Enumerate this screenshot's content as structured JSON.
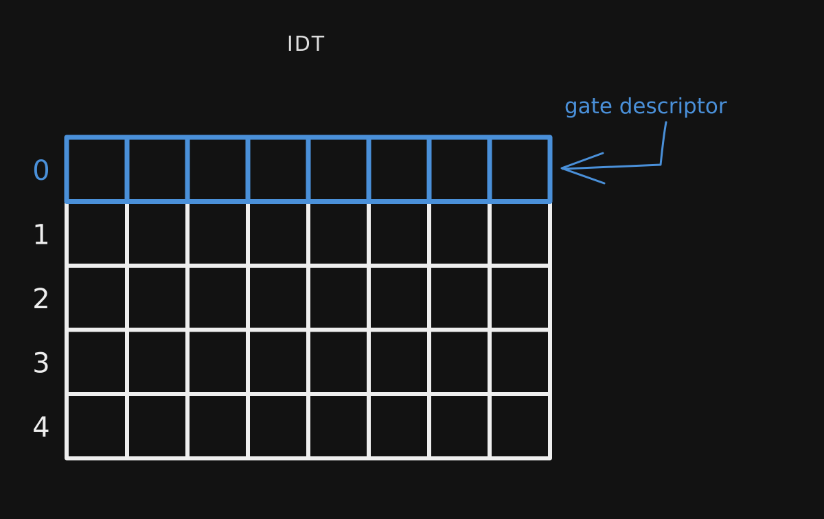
{
  "diagram": {
    "title": "IDT",
    "columns": 8,
    "rows": [
      {
        "label": "0",
        "highlighted": true
      },
      {
        "label": "1",
        "highlighted": false
      },
      {
        "label": "2",
        "highlighted": false
      },
      {
        "label": "3",
        "highlighted": false
      },
      {
        "label": "4",
        "highlighted": false
      }
    ],
    "annotation": {
      "label": "gate descriptor",
      "target_row": 0
    },
    "colors": {
      "background": "#121212",
      "grid": "#eeeeee",
      "highlight": "#4a90d9",
      "title": "#dddddd",
      "annotation": "#4a90d9"
    }
  }
}
